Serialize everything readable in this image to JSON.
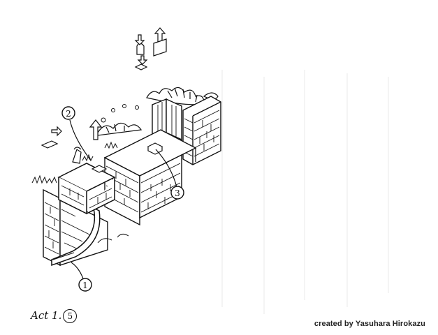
{
  "labels": {
    "marker_1": "1",
    "marker_2": "2",
    "marker_3": "3"
  },
  "act": {
    "prefix": "Act 1.",
    "number": "5"
  },
  "credit": "created by Yasuhara Hirokazu",
  "colors": {
    "ink": "#111111",
    "paper": "#ffffff",
    "scan_streak": "#e6e6e6"
  }
}
